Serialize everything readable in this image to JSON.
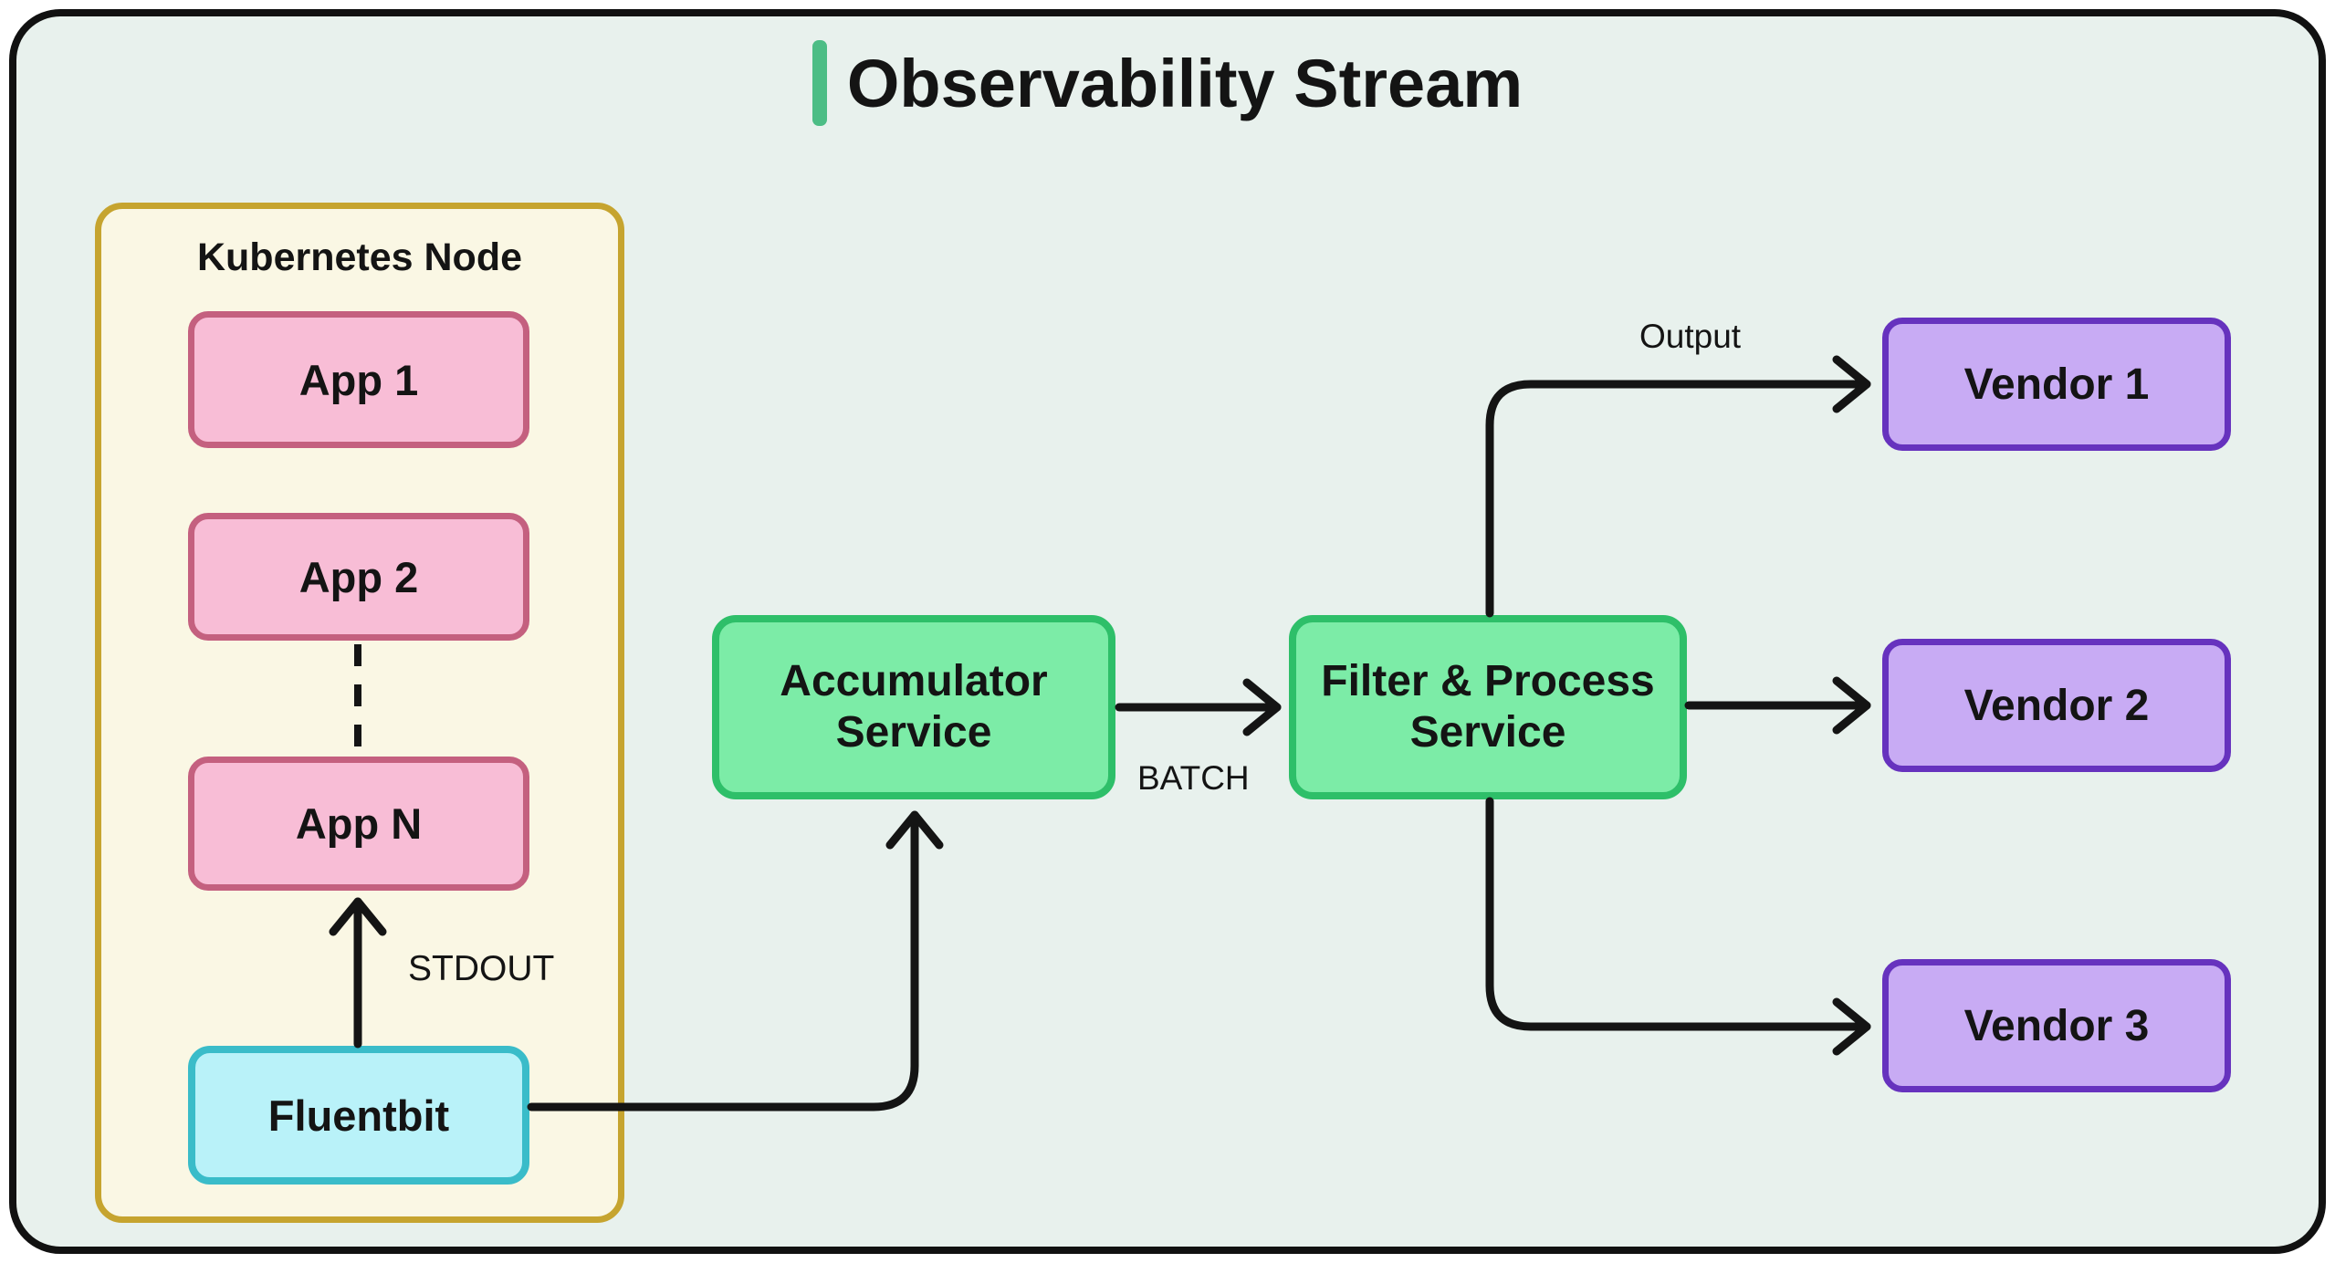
{
  "title": {
    "text": "Observability Stream"
  },
  "kubernetes_node": {
    "label": "Kubernetes Node",
    "apps": [
      {
        "label": "App 1"
      },
      {
        "label": "App 2"
      },
      {
        "label": "App N"
      }
    ],
    "agent": {
      "label": "Fluentbit"
    }
  },
  "services": {
    "accumulator": {
      "line1": "Accumulator",
      "line2": "Service"
    },
    "filter": {
      "line1": "Filter & Process",
      "line2": "Service"
    }
  },
  "vendors": [
    {
      "label": "Vendor 1"
    },
    {
      "label": "Vendor 2"
    },
    {
      "label": "Vendor 3"
    }
  ],
  "edge_labels": {
    "stdout": "STDOUT",
    "batch": "BATCH",
    "output": "Output"
  },
  "colors": {
    "canvas-bg": "#e8f1ed",
    "frame-border": "#111111",
    "title-accent": "#4cbd85",
    "k8s-fill": "#faf7e4",
    "k8s-border": "#c6a42f",
    "app-fill": "#f8bdd6",
    "app-border": "#c4607f",
    "agent-fill": "#b9f2f9",
    "agent-border": "#3abcc9",
    "service-fill": "#7ceca7",
    "service-border": "#2ebf69",
    "vendor-fill": "#c8abf4",
    "vendor-border": "#6632be",
    "line-color": "#141414",
    "text-color": "#141414"
  }
}
